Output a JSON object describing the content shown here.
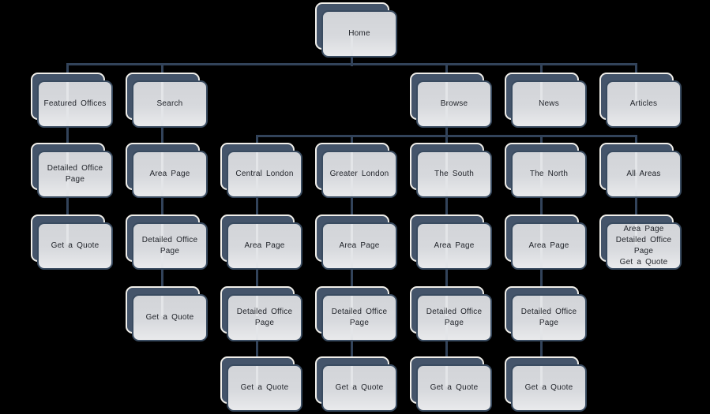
{
  "diagram": {
    "type": "sitemap-tree",
    "colors": {
      "background": "#000000",
      "connector": "#32435A",
      "node_back_fill": "#44546A",
      "node_back_border": "#F1EFEA",
      "node_front_fill_top": "#D2D4D8",
      "node_front_fill_bottom": "#E9EAEC",
      "node_front_border": "#394B60",
      "text": "#22252B"
    },
    "nodes": {
      "home": {
        "label": "Home"
      },
      "featured_offices": {
        "label": "Featured Offices"
      },
      "search": {
        "label": "Search"
      },
      "browse": {
        "label": "Browse"
      },
      "news": {
        "label": "News"
      },
      "articles": {
        "label": "Articles"
      },
      "fo_detailed_office_page": {
        "label": "Detailed Office Page"
      },
      "search_area_page": {
        "label": "Area Page"
      },
      "central_london": {
        "label": "Central London"
      },
      "greater_london": {
        "label": "Greater London"
      },
      "the_south": {
        "label": "The South"
      },
      "the_north": {
        "label": "The North"
      },
      "all_areas": {
        "label": "All Areas"
      },
      "fo_get_a_quote": {
        "label": "Get a Quote"
      },
      "search_detailed_office_page": {
        "label": "Detailed Office Page"
      },
      "cl_area_page": {
        "label": "Area Page"
      },
      "gl_area_page": {
        "label": "Area Page"
      },
      "ts_area_page": {
        "label": "Area Page"
      },
      "tn_area_page": {
        "label": "Area Page"
      },
      "all_areas_children": {
        "lines": [
          "Area Page",
          "Detailed Office Page",
          "Get a Quote"
        ]
      },
      "search_get_a_quote": {
        "label": "Get a Quote"
      },
      "cl_detailed_office_page": {
        "label": "Detailed Office Page"
      },
      "gl_detailed_office_page": {
        "label": "Detailed Office Page"
      },
      "ts_detailed_office_page": {
        "label": "Detailed Office Page"
      },
      "tn_detailed_office_page": {
        "label": "Detailed Office Page"
      },
      "cl_get_a_quote": {
        "label": "Get a Quote"
      },
      "gl_get_a_quote": {
        "label": "Get a Quote"
      },
      "ts_get_a_quote": {
        "label": "Get a Quote"
      },
      "tn_get_a_quote": {
        "label": "Get a Quote"
      }
    }
  }
}
